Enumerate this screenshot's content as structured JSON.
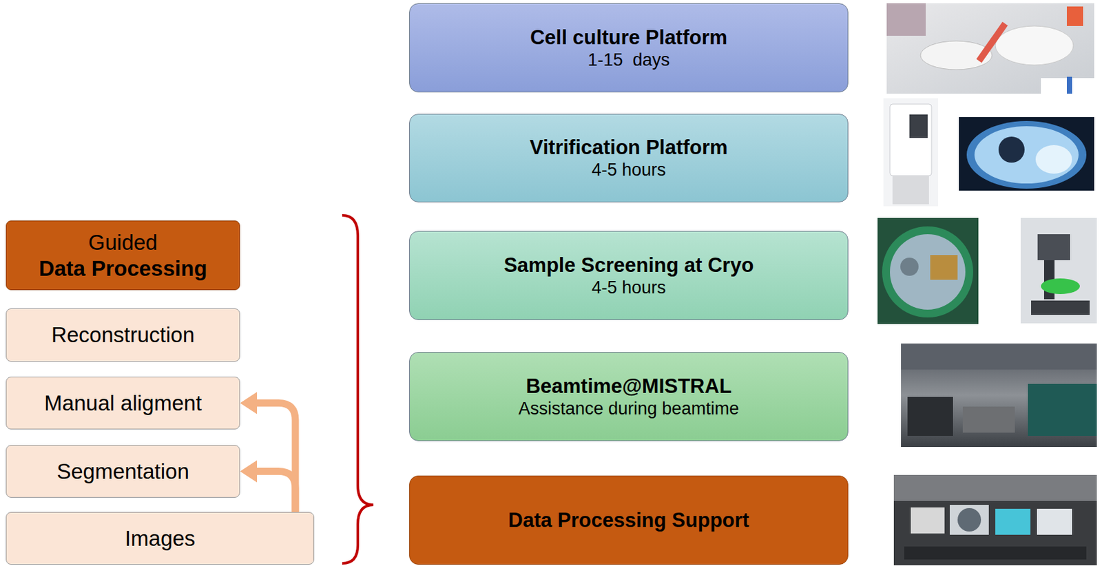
{
  "diagram": {
    "nodes": [
      {
        "text": [
          "Cell culture Platform",
          "1-15  days"
        ]
      },
      {
        "text": [
          "Vitrification Platform",
          "4-5 hours"
        ]
      },
      {
        "text": [
          "Sample Screening at Cryo",
          "4-5 hours"
        ]
      },
      {
        "text": [
          "Beamtime@MISTRAL",
          "Assistance during beamtime"
        ]
      },
      {
        "text": [
          "Data Processing Support"
        ]
      },
      {
        "text": [
          "Guided",
          "Data Processing"
        ]
      },
      {
        "text": [
          "Reconstruction"
        ]
      },
      {
        "text": [
          "Manual aligment"
        ]
      },
      {
        "text": [
          "Segmentation"
        ]
      },
      {
        "text": [
          "Images"
        ]
      }
    ],
    "edges": [
      {
        "from": 9,
        "to": 7,
        "arrow": "to"
      },
      {
        "from": 9,
        "to": 8,
        "arrow": "to"
      }
    ]
  }
}
